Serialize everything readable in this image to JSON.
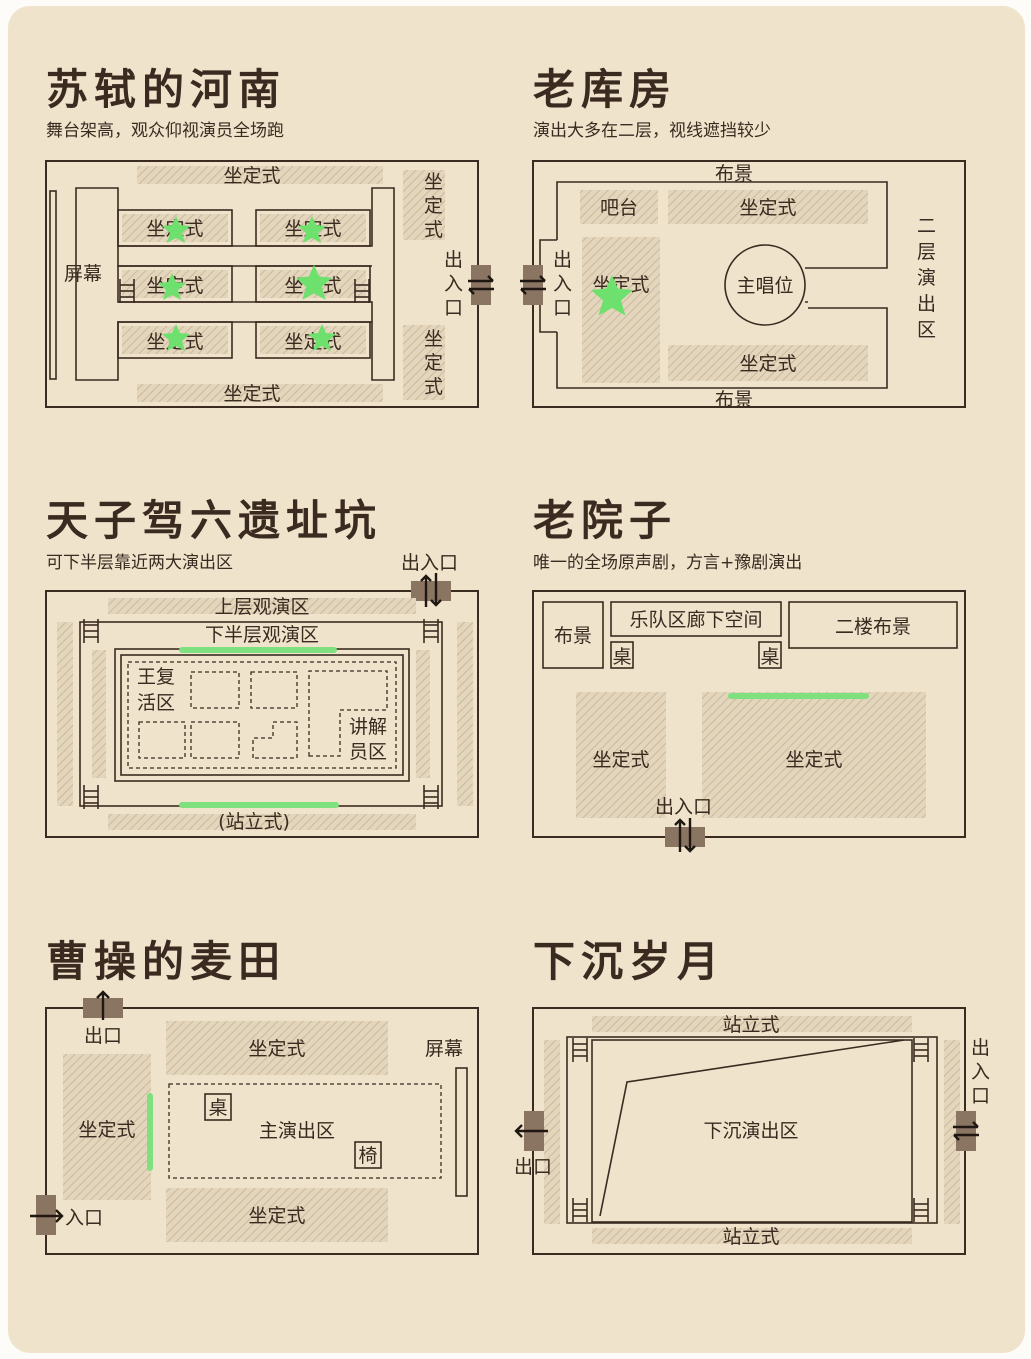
{
  "colors": {
    "background": "#efe3cc",
    "line": "#3b2b20",
    "highlight": "#7ee07e",
    "door": "#8a7462"
  },
  "panels": {
    "sushi": {
      "title": "苏轼的河南",
      "subtitle": "舞台架高，观众仰视演员全场跑",
      "screen": "屏幕",
      "seat_top": "坐定式",
      "seat_bottom": "坐定式",
      "seat_right_top": "坐\n定\n式",
      "seat_right_bottom": "坐\n定\n式",
      "seat_block": "坐定式",
      "exit": "出\n入\n口"
    },
    "laoku": {
      "title": "老库房",
      "subtitle": "演出大多在二层，视线遮挡较少",
      "scenery_top": "布景",
      "scenery_bottom": "布景",
      "bar": "吧台",
      "seat_top": "坐定式",
      "seat_left": "坐定式",
      "seat_bottom": "坐定式",
      "main_singer": "主唱位",
      "second_floor": "二\n层\n演\n出\n区",
      "exit": "出\n入\n口"
    },
    "tianzi": {
      "title": "天子驾六遗址坑",
      "subtitle": "可下半层靠近两大演出区",
      "exit": "出入口",
      "upper_viewing": "上层观演区",
      "lower_viewing": "下半层观演区",
      "wang_area": "王复\n活区",
      "guide_area": "讲解\n员区",
      "standing": "(站立式)"
    },
    "laoyuan": {
      "title": "老院子",
      "subtitle": "唯一的全场原声剧，方言+豫剧演出",
      "scenery": "布景",
      "band_area": "乐队区廊下空间",
      "upstairs_scenery": "二楼布景",
      "table_left": "桌",
      "table_right": "桌",
      "seat_left": "坐定式",
      "seat_right": "坐定式",
      "exit": "出入口"
    },
    "caocao": {
      "title": "曹操的麦田",
      "exit": "出口",
      "entrance": "入口",
      "screen": "屏幕",
      "seat_top": "坐定式",
      "seat_left": "坐定式",
      "seat_bottom": "坐定式",
      "main_stage": "主演出区",
      "table": "桌",
      "chair": "椅"
    },
    "xiachen": {
      "title": "下沉岁月",
      "standing_top": "站立式",
      "standing_bottom": "站立式",
      "sunken_stage": "下沉演出区",
      "exit_right": "出\n入\n口",
      "exit_left": "出口"
    }
  }
}
